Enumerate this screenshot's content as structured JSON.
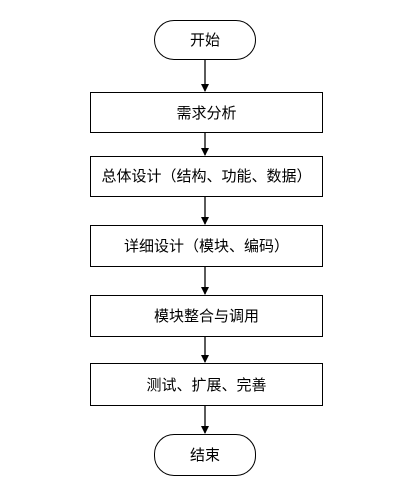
{
  "flowchart": {
    "steps": [
      {
        "kind": "terminal",
        "text": "开始"
      },
      {
        "kind": "process",
        "text": "需求分析"
      },
      {
        "kind": "process",
        "text": "总体设计（结构、功能、数据）"
      },
      {
        "kind": "process",
        "text": "详细设计（模块、编码）"
      },
      {
        "kind": "process",
        "text": "模块整合与调用"
      },
      {
        "kind": "process",
        "text": "测试、扩展、完善"
      },
      {
        "kind": "terminal",
        "text": "结束"
      }
    ]
  }
}
